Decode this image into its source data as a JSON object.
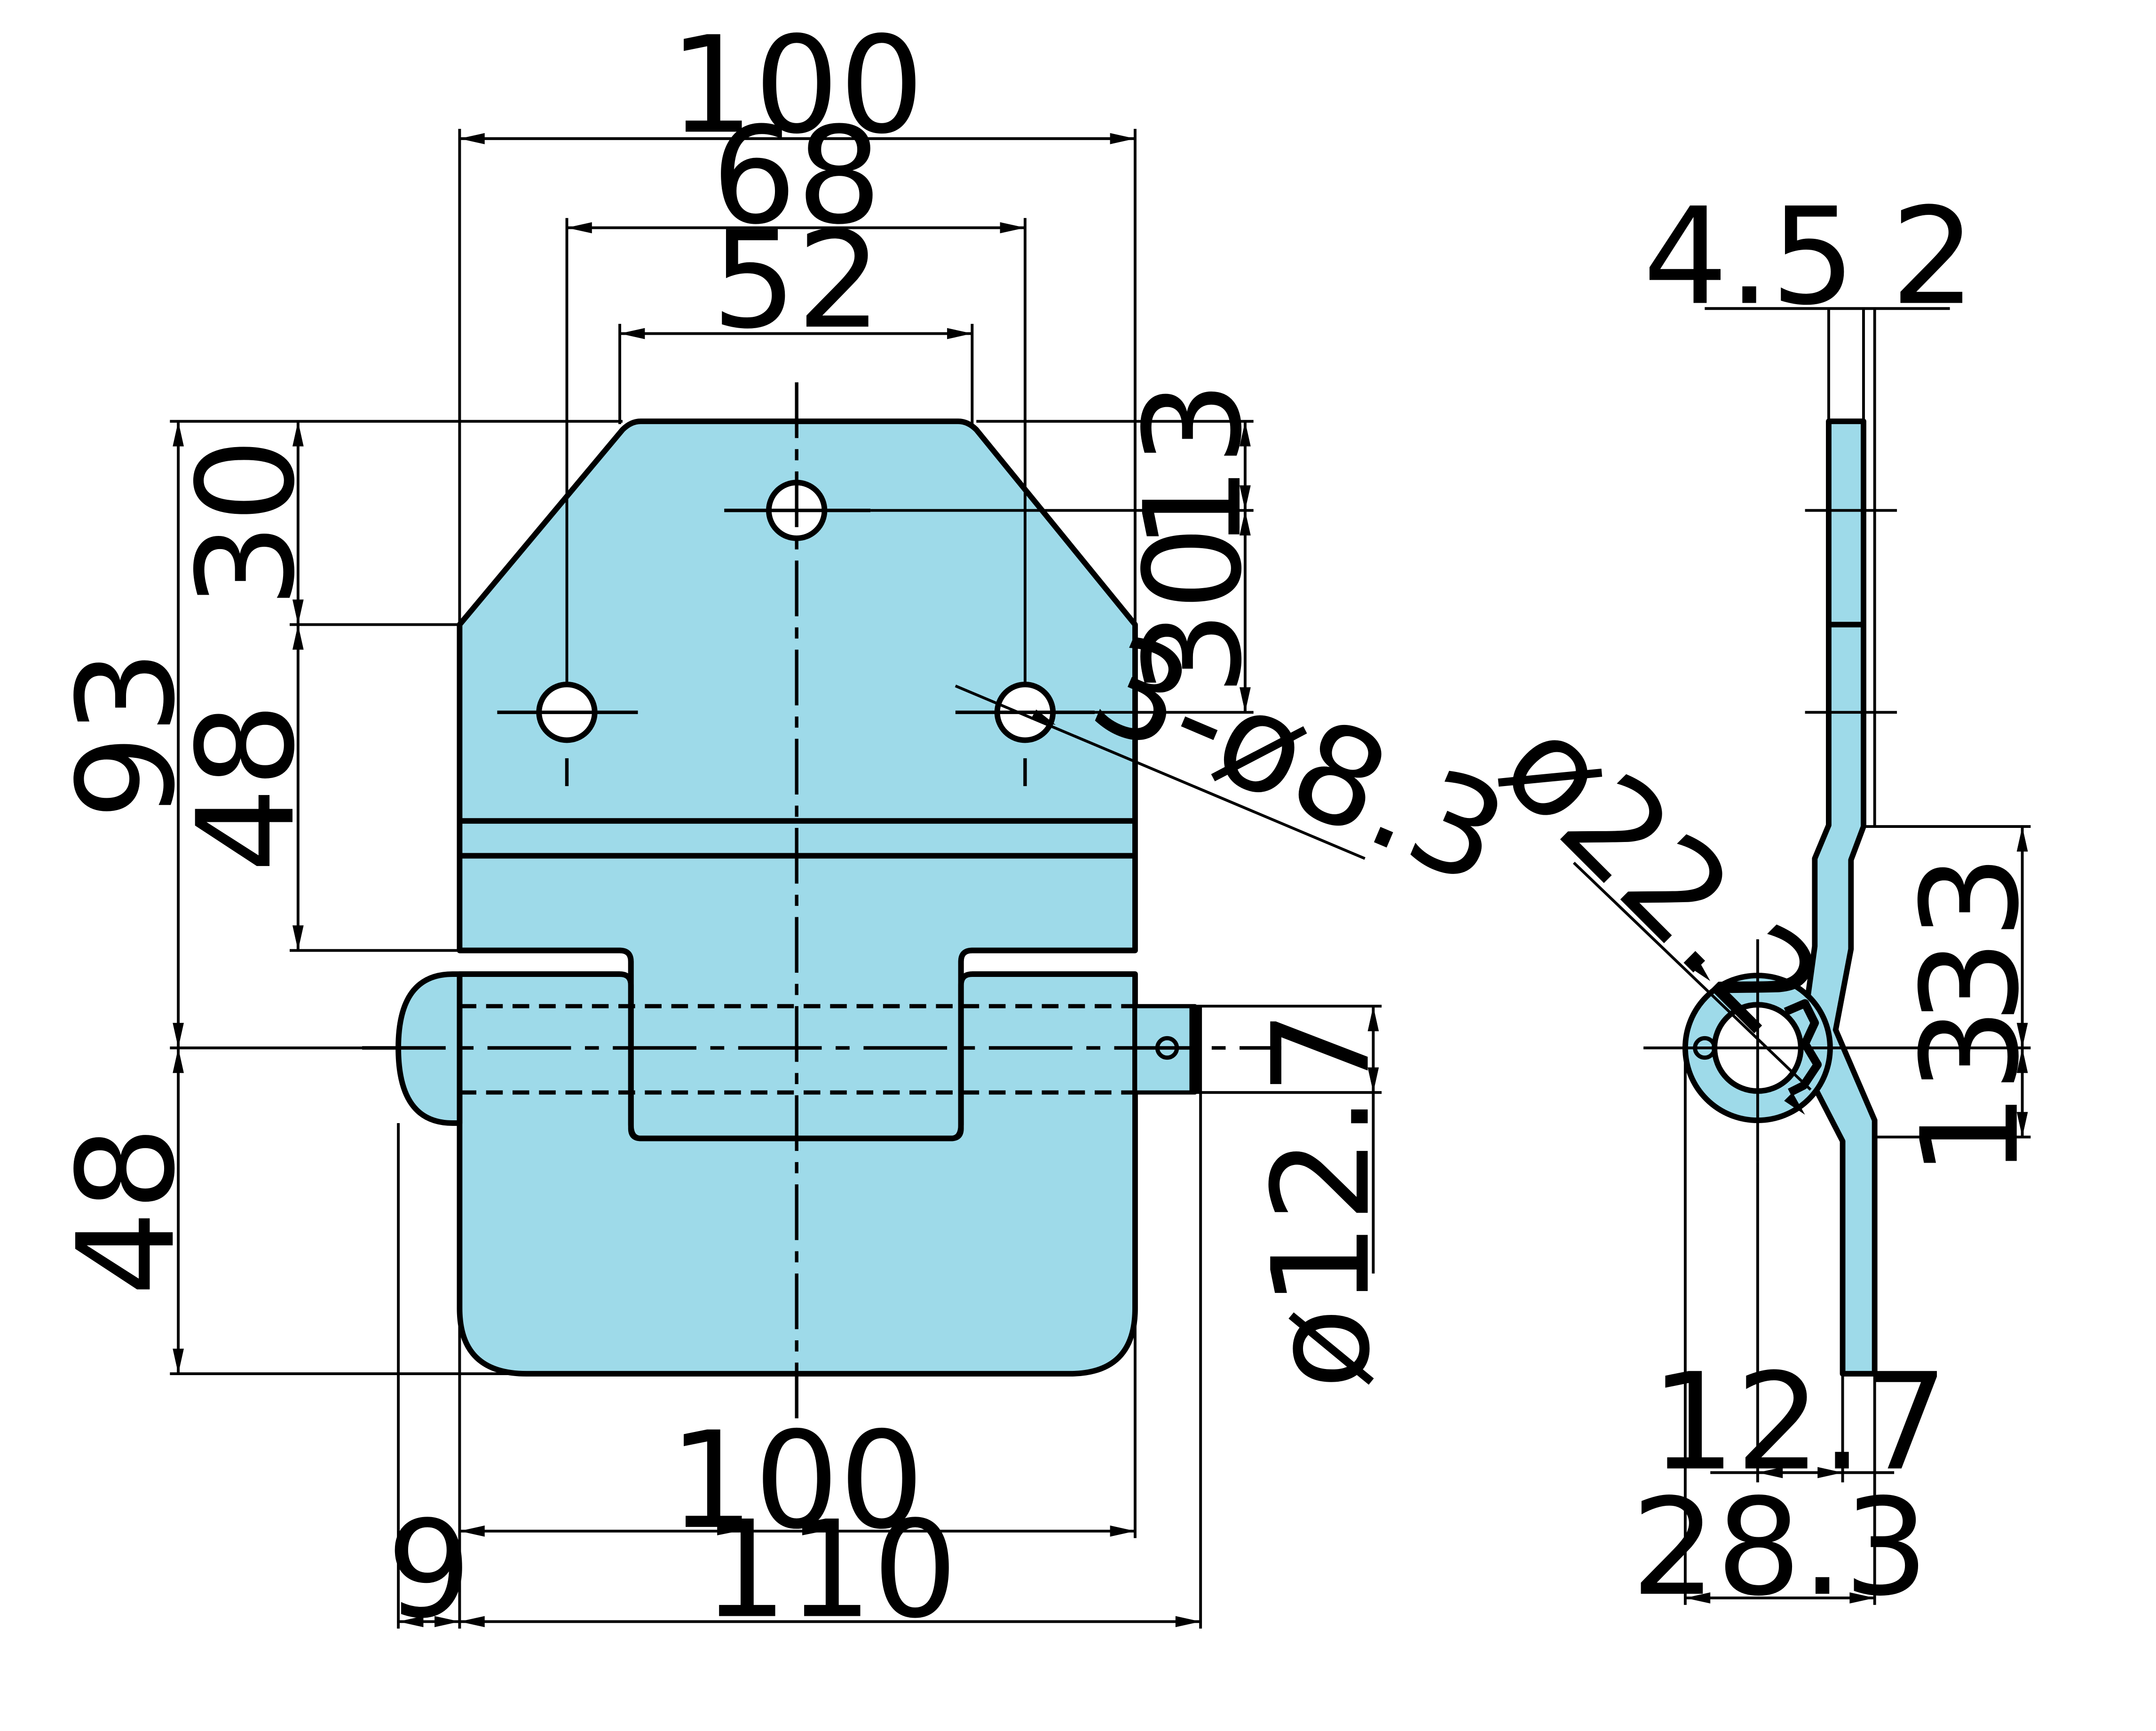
{
  "colors": {
    "part_fill": "#9edae9",
    "line": "#000000",
    "background": "#ffffff"
  },
  "dimensions": {
    "top_width": "100",
    "hole_span": "68",
    "top_flat": "52",
    "overall_height": "93",
    "upper_chamfer": "30",
    "upper_hole_leaf": "48",
    "lower_leaf": "48",
    "top_to_hole": "13",
    "hole_row_spacing": "30",
    "holes": "3-ø8.3",
    "pin_diameter": "ø12.7",
    "bottom_width": "100",
    "overall_length": "110",
    "knuckle_overhang": "9",
    "side_thickness_left": "4.5",
    "side_thickness_right": "2",
    "knuckle_diameter": "ø22.2",
    "offset_33": "33",
    "offset_13": "13",
    "side_pin": "12.7",
    "side_depth": "28.3"
  }
}
